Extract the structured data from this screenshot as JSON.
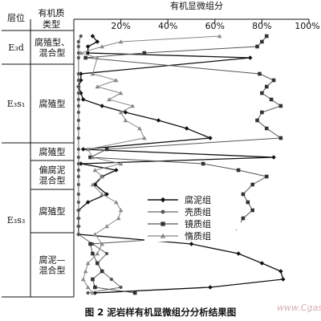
{
  "chart_data": {
    "type": "line",
    "title": "有机显微组分",
    "caption": "图 2   泥岩样有机显微组分分析结果图",
    "watermark": "www.Cgas.cn",
    "x_ticks": [
      "20%",
      "40%",
      "60%",
      "80%",
      "100%"
    ],
    "xlim": [
      0,
      100
    ],
    "column_headers": {
      "layer": "层位",
      "type": "有机质类型"
    },
    "layers": [
      {
        "name": "E3d",
        "display": "E₃d",
        "y_from": 38,
        "y_to": 80
      },
      {
        "name": "E3s1",
        "display": "E₃s₁",
        "y_from": 80,
        "y_to": 178
      },
      {
        "name": "E3s3",
        "display": "E₃s₃",
        "y_from": 178,
        "y_to": 370
      }
    ],
    "organic_types": [
      {
        "label": "腐殖型、混合型",
        "lines": [
          "腐殖型、",
          "混合型"
        ],
        "y_from": 38,
        "y_to": 80
      },
      {
        "label": "腐殖型",
        "lines": [
          "腐殖型"
        ],
        "y_from": 80,
        "y_to": 178
      },
      {
        "label": "腐殖型",
        "lines": [
          "腐殖型"
        ],
        "y_from": 178,
        "y_to": 200
      },
      {
        "label": "偏腐泥混合型",
        "lines": [
          "偏腐泥",
          "混合型"
        ],
        "y_from": 200,
        "y_to": 236
      },
      {
        "label": "腐殖型",
        "lines": [
          "腐殖型"
        ],
        "y_from": 236,
        "y_to": 290
      },
      {
        "label": "腐泥—混合型",
        "lines": [
          "腐泥—",
          "混合型"
        ],
        "y_from": 290,
        "y_to": 370
      }
    ],
    "sample_depth_index": [
      45,
      52,
      58,
      66,
      72,
      92,
      100,
      108,
      116,
      124,
      132,
      140,
      150,
      160,
      172,
      186,
      196,
      204,
      212,
      220,
      230,
      242,
      252,
      262,
      272,
      282,
      292,
      304,
      316,
      328,
      338,
      348,
      358,
      365
    ],
    "series": [
      {
        "name": "腐泥组",
        "marker": "diamond",
        "values": [
          8,
          10,
          6,
          6,
          75,
          3,
          3,
          2,
          3,
          4,
          12,
          22,
          36,
          48,
          58,
          4,
          85,
          3,
          18,
          12,
          9,
          14,
          6,
          2,
          2,
          2,
          2,
          50,
          70,
          80,
          88,
          89,
          58,
          9
        ]
      },
      {
        "name": "壳质组",
        "marker": "circle",
        "values": [
          3,
          2,
          2,
          2,
          2,
          2,
          2,
          2,
          2,
          2,
          2,
          2,
          2,
          2,
          2,
          2,
          2,
          2,
          2,
          2,
          2,
          2,
          2,
          2,
          2,
          2,
          2,
          8,
          14,
          10,
          12,
          16,
          20,
          6
        ]
      },
      {
        "name": "镜质组",
        "marker": "square",
        "values": [
          82,
          80,
          78,
          30,
          5,
          79,
          85,
          82,
          80,
          84,
          88,
          80,
          78,
          82,
          88,
          14,
          7,
          55,
          70,
          82,
          76,
          72,
          74,
          76,
          72,
          70,
          68,
          7,
          8,
          10,
          12,
          8,
          9,
          26
        ]
      },
      {
        "name": "惰质组",
        "marker": "triangle",
        "values": [
          62,
          20,
          12,
          3,
          10,
          8,
          18,
          10,
          20,
          15,
          25,
          20,
          22,
          28,
          30,
          6,
          8,
          20,
          9,
          12,
          8,
          12,
          18,
          20,
          19,
          14,
          9,
          12,
          10,
          6,
          5,
          4,
          6,
          8
        ]
      }
    ],
    "legend_placement": "center",
    "grid": false
  }
}
